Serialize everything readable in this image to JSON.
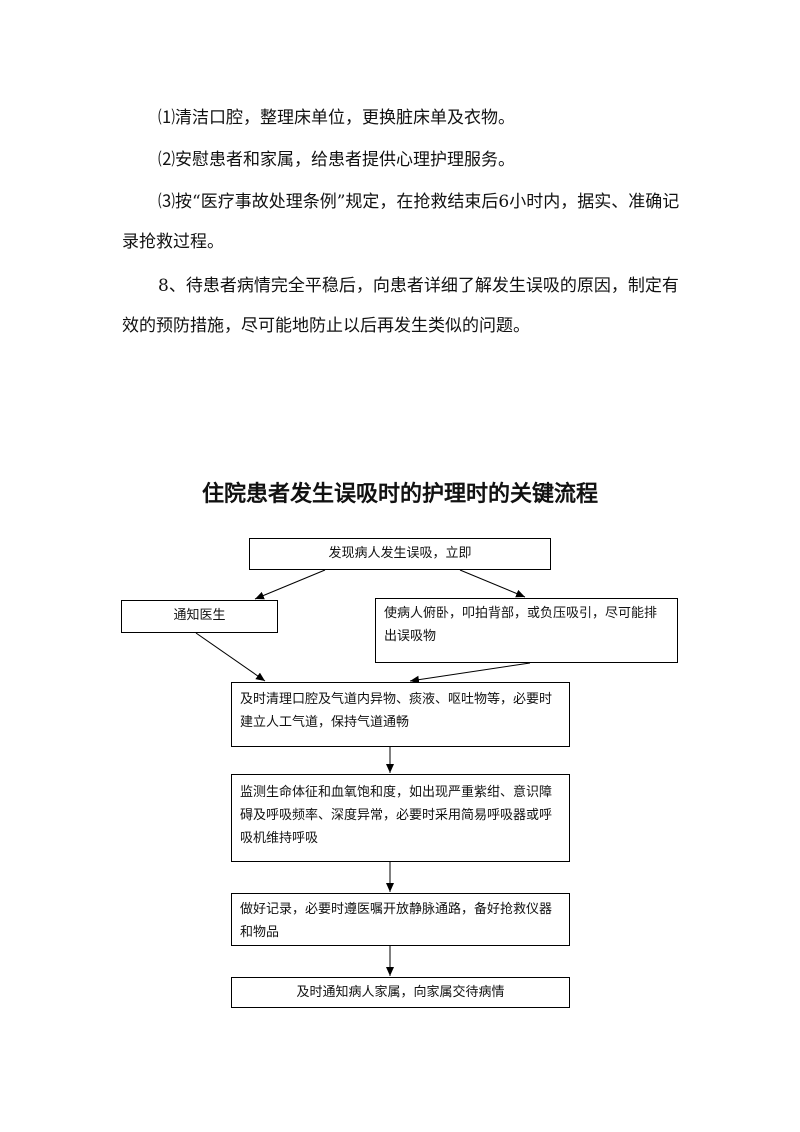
{
  "paragraphs": [
    "⑴清洁口腔，整理床单位，更换脏床单及衣物。",
    "⑵安慰患者和家属，给患者提供心理护理服务。",
    "⑶按“医疗事故处理条例”规定，在抢救结束后6小时内，据实、准确记录抢救过程。",
    "8、待患者病情完全平稳后，向患者详细了解发生误吸的原因，制定有效的预防措施，尽可能地防止以后再发生类似的问题。"
  ],
  "flowchart": {
    "title": "住院患者发生误吸时的护理时的关键流程",
    "steps": {
      "start": "发现病人发生误吸，立即",
      "notify_doctor": "通知医生",
      "position": "使病人俯卧，叩拍背部，或负压吸引，尽可能排出误吸物",
      "clear_airway": "及时清理口腔及气道内异物、痰液、呕吐物等，必要时建立人工气道，保持气道通畅",
      "monitor": "监测生命体征和血氧饱和度，如出现严重紫绀、意识障碍及呼吸频率、深度异常，必要时采用简易呼吸器或呼吸机维持呼吸",
      "record": "做好记录，必要时遵医嘱开放静脉通路，备好抢救仪器和物品",
      "notify_family": "及时通知病人家属，向家属交待病情"
    }
  }
}
